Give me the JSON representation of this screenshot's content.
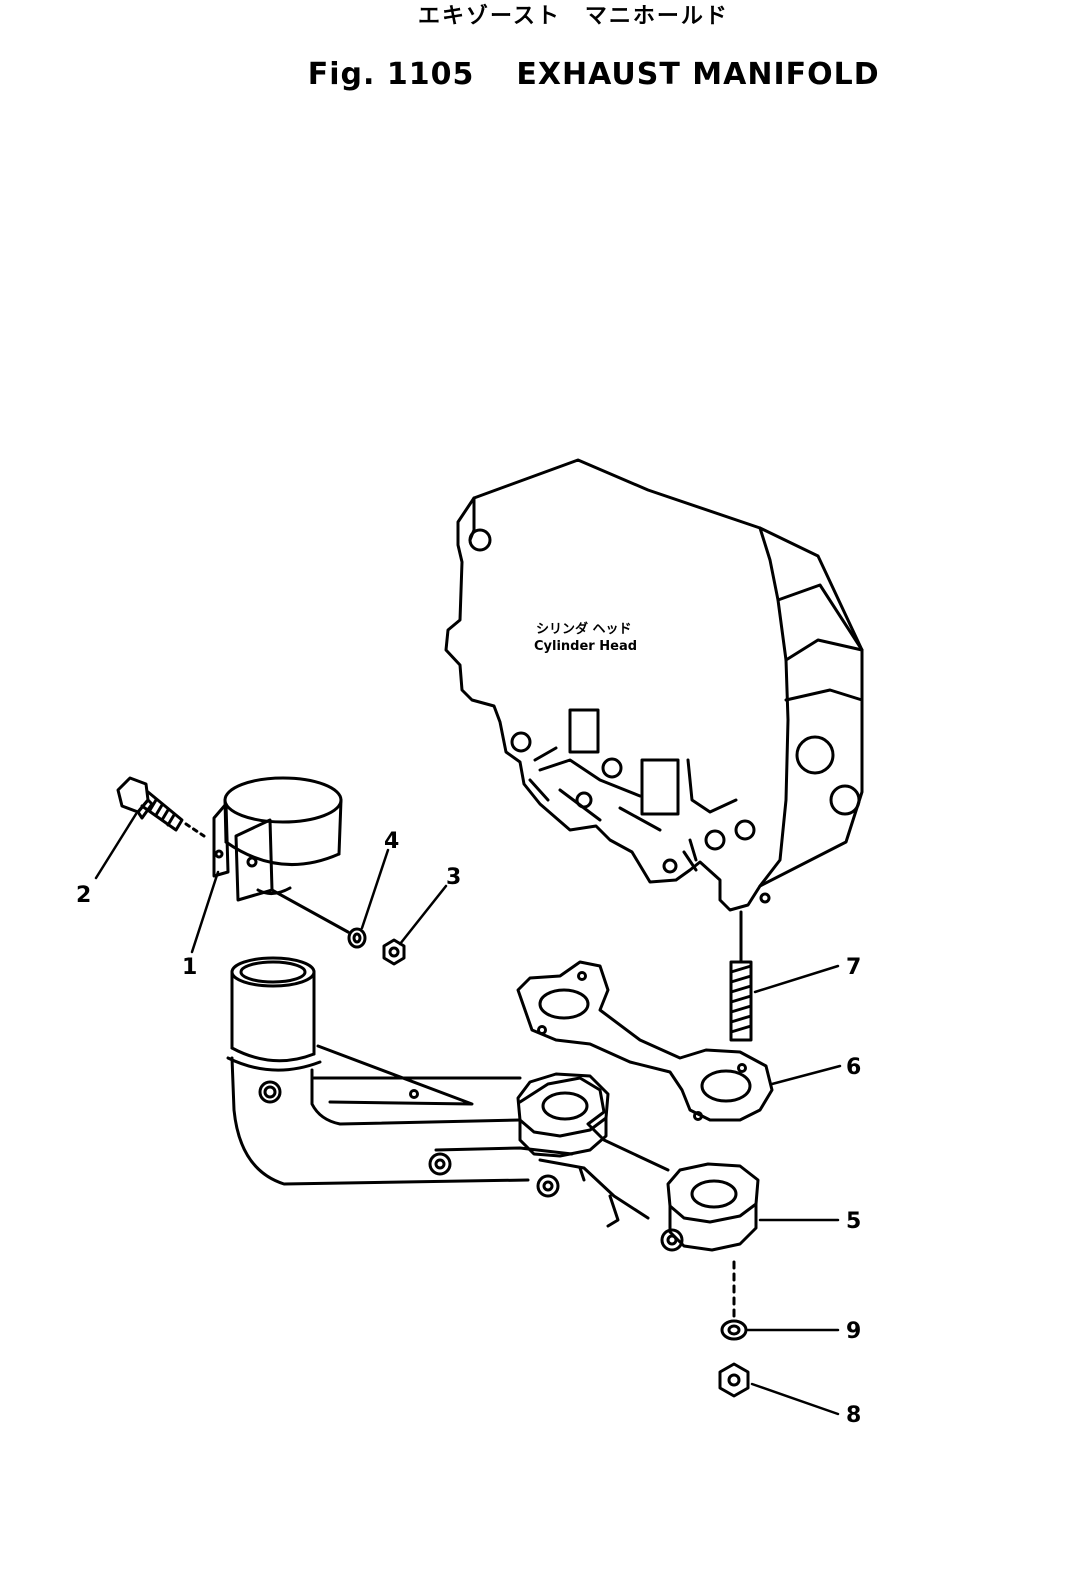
{
  "title": {
    "japanese": "エキゾースト　マニホールド",
    "figure": "Fig. 1105",
    "name": "EXHAUST MANIFOLD"
  },
  "cylinder_head_label": {
    "japanese": "シリンダ ヘッド",
    "english": "Cylinder Head"
  },
  "callouts": [
    "1",
    "2",
    "3",
    "4",
    "5",
    "6",
    "7",
    "8",
    "9"
  ]
}
